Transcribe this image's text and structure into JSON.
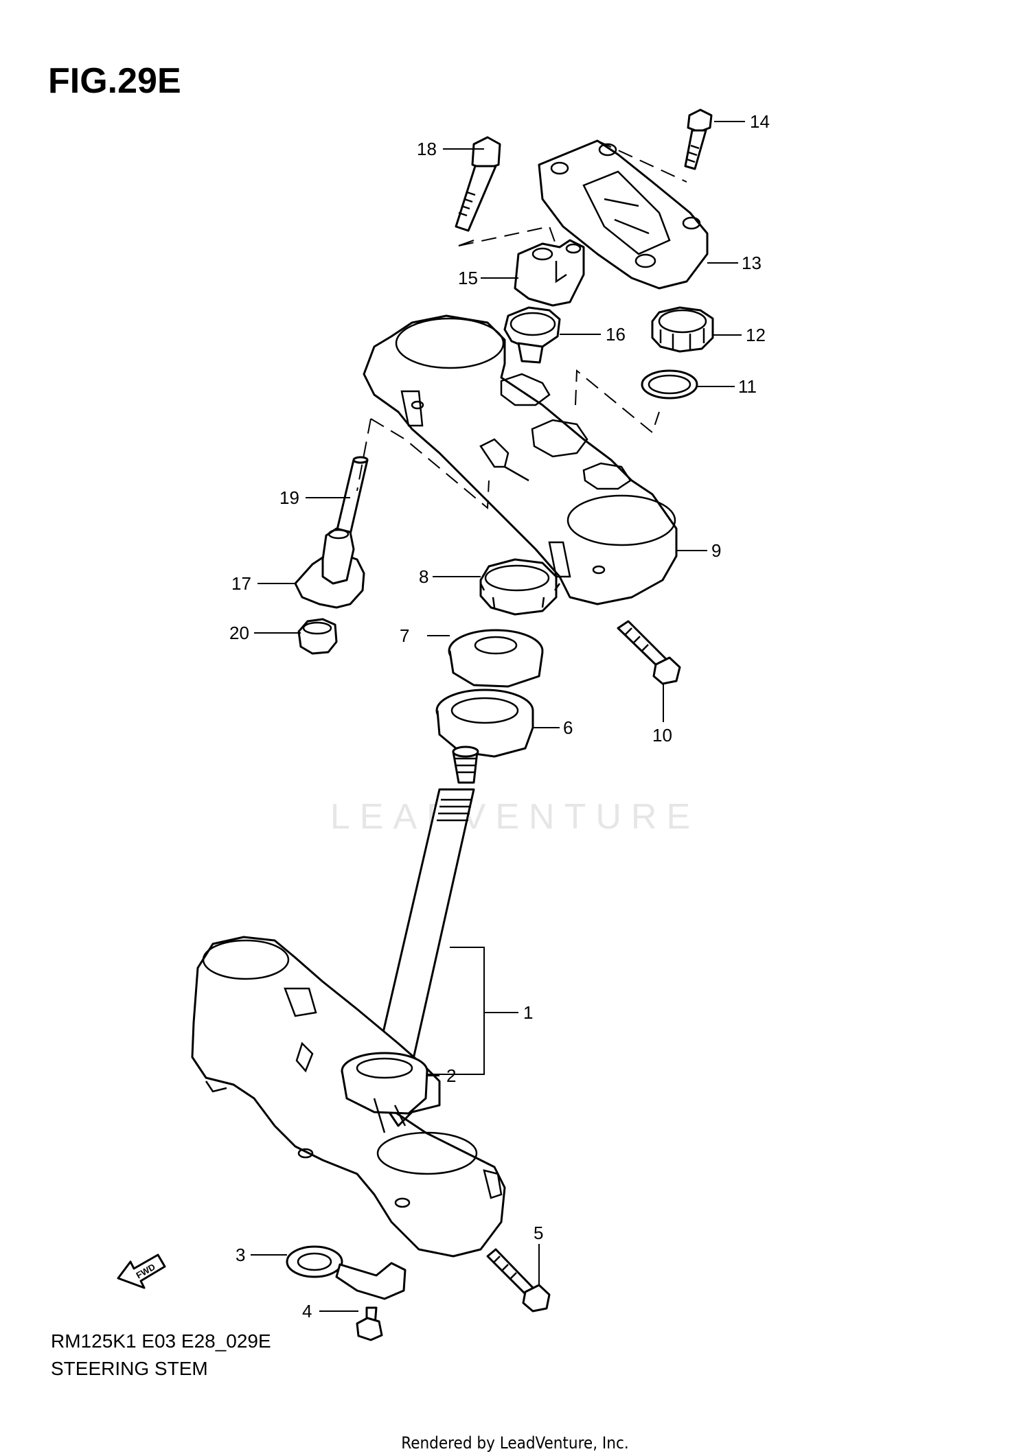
{
  "figure": {
    "title": "FIG.29E",
    "model_code": "RM125K1 E03 E28_029E",
    "name": "STEERING STEM",
    "rendered_by": "Rendered by LeadVenture, Inc.",
    "watermark": "LEADVENTURE",
    "fwd_label": "FWD"
  },
  "callouts": [
    {
      "num": "1"
    },
    {
      "num": "2"
    },
    {
      "num": "3"
    },
    {
      "num": "4"
    },
    {
      "num": "5"
    },
    {
      "num": "6"
    },
    {
      "num": "7"
    },
    {
      "num": "8"
    },
    {
      "num": "9"
    },
    {
      "num": "10"
    },
    {
      "num": "11"
    },
    {
      "num": "12"
    },
    {
      "num": "13"
    },
    {
      "num": "14"
    },
    {
      "num": "15"
    },
    {
      "num": "16"
    },
    {
      "num": "17"
    },
    {
      "num": "18"
    },
    {
      "num": "19"
    },
    {
      "num": "20"
    }
  ]
}
